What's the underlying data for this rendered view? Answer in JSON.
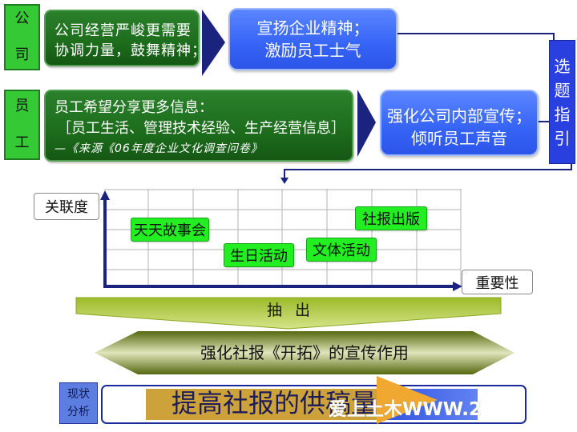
{
  "company_row": {
    "tag": [
      "公",
      "司"
    ],
    "situation": [
      "公司经营严峻更需要",
      "协调力量，鼓舞精神；"
    ],
    "objective": [
      "宣扬企业精神；",
      "激励员工士气"
    ]
  },
  "employee_row": {
    "tag": [
      "员",
      "工"
    ],
    "situation": [
      "员工希望分享更多信息：",
      "［员工生活、管理技术经验、生产经营信息］"
    ],
    "source": "—《来源《06年度企业文化调查问卷》",
    "objective": [
      "强化公司内部宣传；",
      "倾听员工声音"
    ]
  },
  "guide_bar": {
    "chars": [
      "选",
      "题",
      "指",
      "引"
    ]
  },
  "matrix": {
    "y_axis_label": "关联度",
    "x_axis_label": "重要性",
    "items": [
      "天天故事会",
      "生日活动",
      "文体活动",
      "社报出版"
    ]
  },
  "extract_arrow": {
    "label": "抽出"
  },
  "focus_banner": {
    "label": "强化社报《开拓》的宣传作用"
  },
  "status": {
    "tag": [
      "现状",
      "分析"
    ],
    "goal": "提高社报的供稿量"
  },
  "watermark": "爱上土木WWW.2",
  "colors": {
    "tag_green": "#35c935",
    "situation_green": "#1d6e1d",
    "objective_blue": "#3563f6",
    "guide_blue": "#2a3fe0",
    "navy": "#1a237e",
    "matrix_item_green": "#22ee22",
    "goal_gold": "#cda23a",
    "goal_orange": "#f0a830"
  }
}
